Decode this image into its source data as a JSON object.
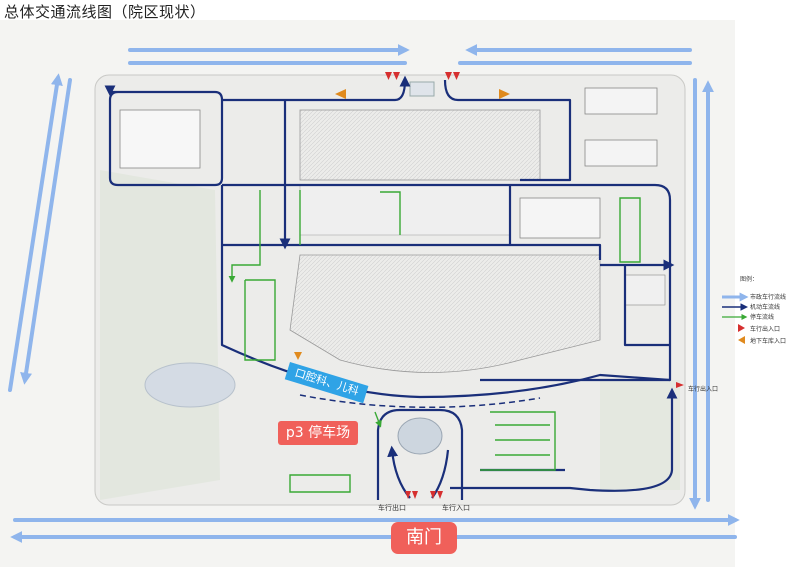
{
  "title": "总体交通流线图（院区现状）",
  "callouts": {
    "dept": "口腔科、儿科",
    "parking": "p3 停车场",
    "south_gate": "南门"
  },
  "labels": {
    "exit_left": "车行出口",
    "entry_right": "车行入口",
    "exit_entry_east": "车行出入口"
  },
  "legend": {
    "title": "图例：",
    "items": [
      {
        "label": "市政车行流线",
        "icon": "wide-blue-arrow",
        "color": "#8fb5ec"
      },
      {
        "label": "机动车流线",
        "icon": "navy-arrow",
        "color": "#1a2f7a"
      },
      {
        "label": "停车流线",
        "icon": "green-arrow",
        "color": "#39a935"
      },
      {
        "label": "车行出入口",
        "icon": "red-triangle",
        "color": "#d62f2f"
      },
      {
        "label": "地下车库入口",
        "icon": "orange-triangle",
        "color": "#e08a1e"
      }
    ]
  },
  "colors": {
    "city_flow": "#8fb5ec",
    "vehicle_flow": "#1a2f7a",
    "parking_flow": "#39a935",
    "entrance": "#d62f2f",
    "garage": "#e08a1e",
    "callout_red": "#f0605a",
    "callout_blue": "#2fa3e6"
  }
}
